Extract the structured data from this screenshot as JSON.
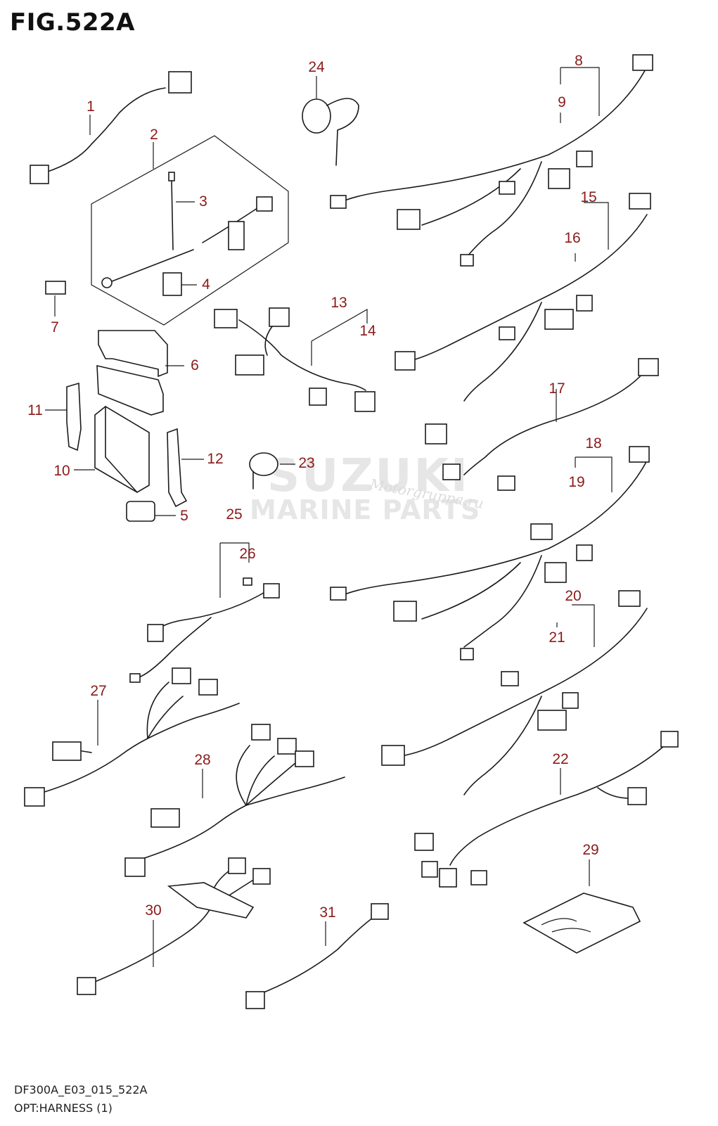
{
  "figure": {
    "title": "FIG.522A",
    "code": "DF300A_E03_015_522A",
    "caption": "OPT:HARNESS (1)"
  },
  "callouts": [
    "1",
    "2",
    "3",
    "4",
    "5",
    "6",
    "7",
    "8",
    "9",
    "10",
    "11",
    "12",
    "13",
    "14",
    "15",
    "16",
    "17",
    "18",
    "19",
    "20",
    "21",
    "22",
    "23",
    "24",
    "25",
    "26",
    "27",
    "28",
    "29",
    "30",
    "31"
  ],
  "watermark": {
    "line1": "SUZUKI",
    "line2": "MARINE PARTS",
    "line3": "Motorgruppa.ru"
  }
}
